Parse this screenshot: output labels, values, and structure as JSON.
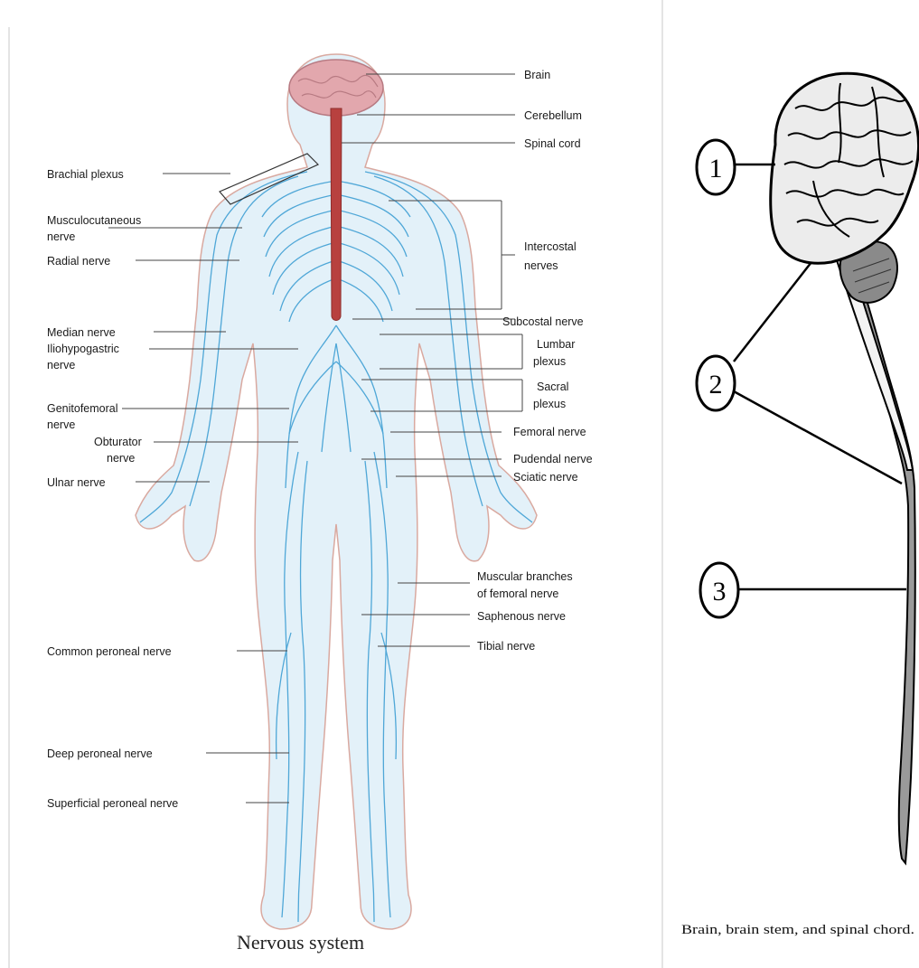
{
  "left_figure": {
    "caption": "Nervous system",
    "labels_right": {
      "brain": "Brain",
      "cerebellum": "Cerebellum",
      "spinal_cord": "Spinal cord",
      "intercostal_1": "Intercostal",
      "intercostal_2": "nerves",
      "subcostal": "Subcostal nerve",
      "lumbar_1": "Lumbar",
      "lumbar_2": "plexus",
      "sacral_1": "Sacral",
      "sacral_2": "plexus",
      "femoral": "Femoral nerve",
      "pudendal": "Pudendal nerve",
      "sciatic": "Sciatic nerve",
      "muscular_1": "Muscular branches",
      "muscular_2": "of femoral nerve",
      "saphenous": "Saphenous nerve",
      "tibial": "Tibial nerve"
    },
    "labels_left": {
      "brachial": "Brachial plexus",
      "musculo_1": "Musculocutaneous",
      "musculo_2": "nerve",
      "radial": "Radial nerve",
      "median": "Median nerve",
      "ilio_1": "Iliohypogastric",
      "ilio_2": "nerve",
      "genito_1": "Genitofemoral",
      "genito_2": "nerve",
      "obturator_1": "Obturator",
      "obturator_2": "nerve",
      "ulnar": "Ulnar nerve",
      "common_peroneal": "Common peroneal nerve",
      "deep_peroneal": "Deep peroneal nerve",
      "superficial_peroneal": "Superficial peroneal nerve"
    }
  },
  "right_figure": {
    "caption": "Brain, brain stem, and spinal chord.",
    "markers": [
      "1",
      "2",
      "3"
    ]
  },
  "colors": {
    "nerve": "#3f9fd4",
    "body_fill": "#dceef8",
    "body_outline": "#d9a9a0",
    "spinal_cord": "#b8413f",
    "brain": "#e2a7ad",
    "divider": "#c8c8c8"
  }
}
